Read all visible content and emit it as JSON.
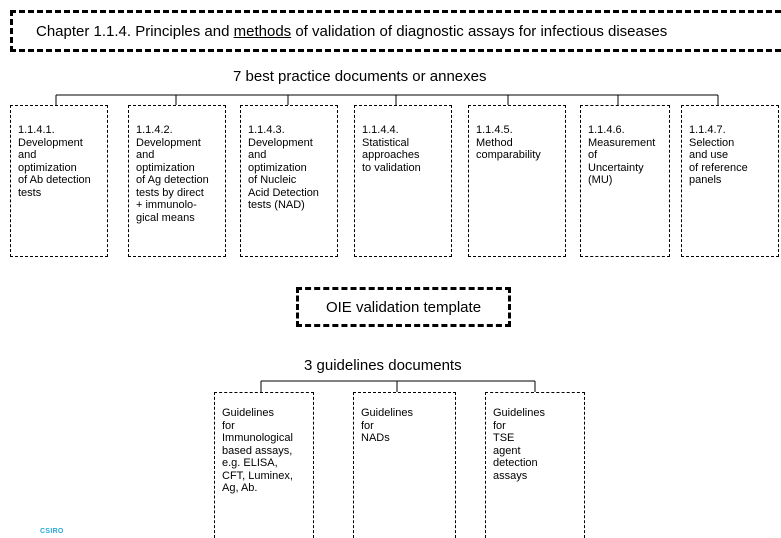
{
  "header": {
    "chapter_prefix": "Chapter 1.1.4. Principles and ",
    "chapter_link": "methods",
    "chapter_suffix": " of validation of diagnostic assays for infectious diseases"
  },
  "best_practice": {
    "heading": "7 best practice documents or annexes",
    "items": [
      {
        "label": "1.1.4.1.\nDevelopment\nand\noptimization\nof Ab detection\ntests"
      },
      {
        "label": "1.1.4.2.\nDevelopment\nand\noptimization\nof Ag detection\ntests by direct\n+ immunolo-\ngical means"
      },
      {
        "label": "1.1.4.3.\nDevelopment\nand\noptimization\nof Nucleic\nAcid Detection\ntests (NAD)"
      },
      {
        "label": "1.1.4.4.\nStatistical\napproaches\nto validation"
      },
      {
        "label": "1.1.4.5.\nMethod\ncomparability"
      },
      {
        "label": "1.1.4.6.\nMeasurement\nof\nUncertainty\n(MU)"
      },
      {
        "label": "1.1.4.7.\nSelection\nand use\nof reference\npanels"
      }
    ]
  },
  "template": {
    "label": "OIE validation template"
  },
  "guidelines": {
    "heading": "3 guidelines documents",
    "items": [
      {
        "label": "Guidelines\nfor\nImmunological\nbased assays,\ne.g. ELISA,\nCFT, Luminex,\nAg, Ab."
      },
      {
        "label": "Guidelines\nfor\nNADs"
      },
      {
        "label": "Guidelines\nfor\nTSE\nagent\ndetection\nassays"
      }
    ]
  },
  "logo": {
    "text": "CSIRO"
  }
}
